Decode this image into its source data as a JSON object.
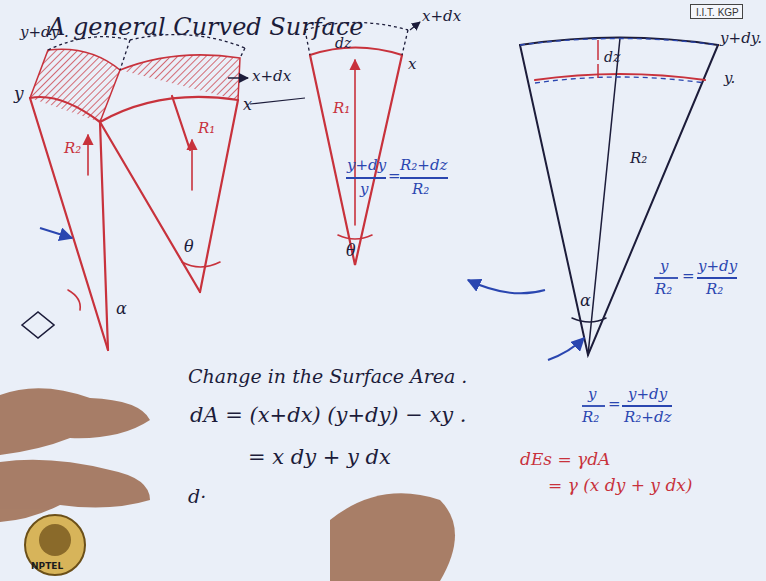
{
  "diagram": {
    "title": "A general Curved Surface",
    "nodes": [
      {
        "text": [
          "I.I.T. KGP"
        ]
      }
    ],
    "labels": [
      "y+dy .",
      "y",
      "x+dx",
      "x",
      "R₂",
      "R₁",
      "θ",
      "α",
      "dz",
      "x+dx",
      "x",
      "R₁",
      "θ",
      "dz",
      "y+dy.",
      "y.",
      "R₂",
      "α",
      "y+dy",
      "y",
      "=",
      "R₂+dz",
      "R₂",
      "y",
      "R₂",
      "=",
      "y+dy",
      "R₂",
      "y",
      "R₂",
      "=",
      "y+dy",
      "R₂+dz",
      "Change in the Surface Area .",
      "dA = (x+dx) (y+dy) − xy .",
      "= x dy + y dx",
      "dEs = γdA",
      "= γ (x dy + y dx)",
      "d·",
      "NPTEL"
    ]
  }
}
